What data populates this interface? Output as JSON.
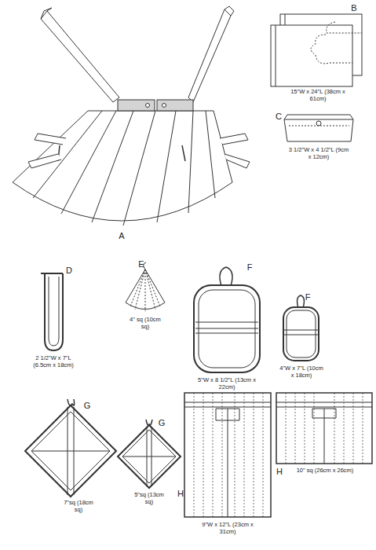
{
  "diagram": {
    "labels": [
      "A",
      "B",
      "15\"W x 24\"L (38cm x 61cm)",
      "C",
      "3 1/2\"W x 4 1/2\"L (9cm x 12cm)",
      "D",
      "2 1/2\"W x 7\"L (6.5cm x 18cm)",
      "E",
      "4\" sq (10cm sq)",
      "F",
      "5\"W x 8 1/2\"L (13cm x 22cm)",
      "F",
      "4\"W x 7\"L (10cm x 18cm)",
      "G",
      "7\"sq (18cm sq)",
      "G",
      "5\"sq (13cm sq)",
      "H",
      "9\"W x 12\"L (23cm x 31cm)",
      "H",
      "10\" sq (26cm x 26cm)"
    ]
  }
}
